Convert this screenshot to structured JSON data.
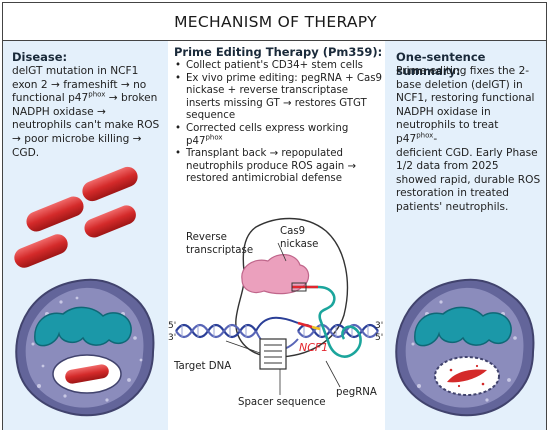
{
  "title": "MECHANISM OF THERAPY",
  "disease": {
    "heading": "Disease:",
    "line1": "delGT mutation in NCF1",
    "line2": "exon 2 → frameshift → no",
    "line3_a": "functional p47",
    "line3_sup": "phox",
    "line3_b": " → broken",
    "line4": "NADPH oxidase →",
    "line5": "neutrophils can't make ROS",
    "line6": "→ poor microbe killing →",
    "line7": "CGD."
  },
  "therapy": {
    "heading": "Prime Editing Therapy (Pm359):",
    "bullet": "•",
    "step1": "Collect patient's CD34+ stem cells",
    "step2": "Ex vivo prime editing: pegRNA + Cas9 nickase + reverse transcriptase inserts missing GT → restores GTGT sequence",
    "step3_a": "Corrected cells express working p47",
    "step3_sup": "phox",
    "step4": "Transplant back → repopulated neutrophils produce ROS again → restored antimicrobial defense"
  },
  "summary": {
    "heading": "One-sentence summary:",
    "line1": "Prime editing fixes the 2-",
    "line2": "base deletion (delGT) in",
    "line3": "NCF1, restoring functional",
    "line4": "NADPH oxidase in",
    "line5": "neutrophils to treat p47",
    "line5_sup": "phox",
    "line5_b": "-",
    "line6": "deficient CGD. Early Phase",
    "line7": "1/2 data from 2025",
    "line8": "showed rapid, durable ROS",
    "line9": "restoration in treated",
    "line10": "patients' neutrophils."
  },
  "diagram": {
    "reverse_transcriptase_1": "Reverse",
    "reverse_transcriptase_2": "transcriptase",
    "cas9_1": "Cas9",
    "cas9_2": "nickase",
    "end_5_left": "5'",
    "end_3_left": "3'",
    "end_3_right": "3'",
    "end_5_right": "5'",
    "gene": "NCF1",
    "target_dna": "Target DNA",
    "spacer": "Spacer sequence",
    "pegrna": "pegRNA"
  },
  "colors": {
    "panel_bg": "#e4f0fb",
    "bacteria_red": "#d42a2a",
    "cell_purple": "#5b5b8e",
    "nucleus_teal": "#1b98a8",
    "dna_blue": "#2b3f97",
    "rt_pink": "#eba0bd",
    "pegrna_teal": "#1ba59c",
    "gene_red": "#e3262e"
  }
}
